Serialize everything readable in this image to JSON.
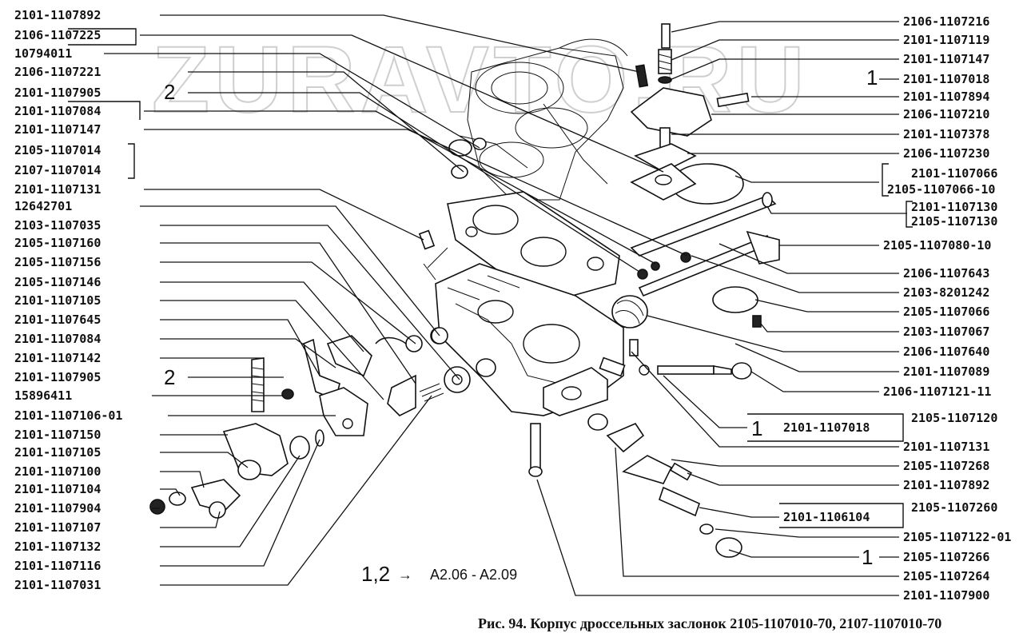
{
  "watermark": "ZURAVTO.RU",
  "caption": "Рис. 94. Корпус дроссельных заслонок 2105-1107010-70, 2107-1107010-70",
  "legend_note": {
    "refs": "1,2",
    "arrow": "→",
    "ranges": "A2.06 - A2.09"
  },
  "left_labels": [
    "2101-1107892",
    "2106-1107225",
    "10794011",
    "2106-1107221",
    "2101-1107905",
    "2101-1107084",
    "2101-1107147",
    "2105-1107014",
    "2107-1107014",
    "2101-1107131",
    "12642701",
    "2103-1107035",
    "2105-1107160",
    "2105-1107156",
    "2105-1107146",
    "2101-1107105",
    "2101-1107645",
    "2101-1107084",
    "2101-1107142",
    "2101-1107905",
    "15896411",
    "2101-1107106-01",
    "2101-1107150",
    "2101-1107105",
    "2101-1107100",
    "2101-1107104",
    "2101-1107904",
    "2101-1107107",
    "2101-1107132",
    "2101-1107116",
    "2101-1107031"
  ],
  "right_labels": [
    "2106-1107216",
    "2101-1107119",
    "2101-1107147",
    "2101-1107018",
    "2101-1107894",
    "2106-1107210",
    "2101-1107378",
    "2106-1107230",
    "2101-1107066",
    "2105-1107066-10",
    "2101-1107130",
    "2105-1107130",
    "2105-1107080-10",
    "2106-1107643",
    "2103-8201242",
    "2105-1107066",
    "2103-1107067",
    "2106-1107640",
    "2101-1107089",
    "2106-1107121-11",
    "2101-1107018",
    "2105-1107120",
    "2101-1107131",
    "2105-1107268",
    "2101-1107892",
    "2101-1106104",
    "2105-1107260",
    "2105-1107122-01",
    "2105-1107266",
    "2105-1107264",
    "2101-1107900"
  ],
  "ref_marks": [
    "2",
    "1",
    "2",
    "1",
    "1"
  ]
}
